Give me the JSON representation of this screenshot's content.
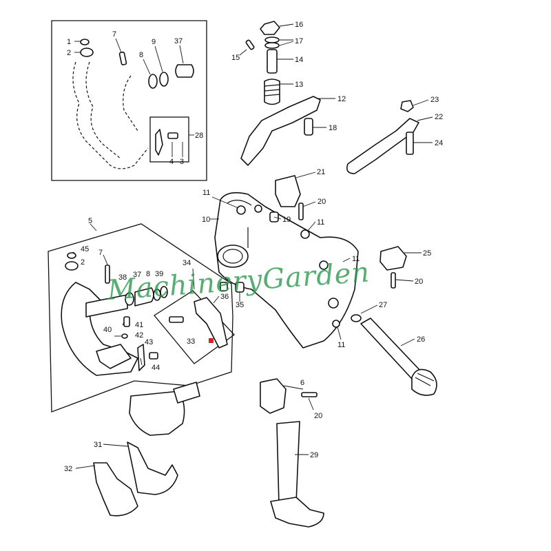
{
  "watermark": "MachineryGarden",
  "colors": {
    "line": "#111111",
    "watermark": "#2e9a4f",
    "marker": "#e02020"
  },
  "callouts": {
    "c1": "1",
    "c2": "2",
    "c3": "3",
    "c4": "4",
    "c5": "5",
    "c6": "6",
    "c7": "7",
    "c8": "8",
    "c9": "9",
    "c10": "10",
    "c11": "11",
    "c12": "12",
    "c13": "13",
    "c14": "14",
    "c15": "15",
    "c16": "16",
    "c17": "17",
    "c18": "18",
    "c19": "19",
    "c20": "20",
    "c21": "21",
    "c22": "22",
    "c23": "23",
    "c24": "24",
    "c25": "25",
    "c26": "26",
    "c27": "27",
    "c28": "28",
    "c29": "29",
    "c31": "31",
    "c32": "32",
    "c33": "33",
    "c34": "34",
    "c35": "35",
    "c36": "36",
    "c37": "37",
    "c38": "38",
    "c39": "39",
    "c40": "40",
    "c41": "41",
    "c42": "42",
    "c43": "43",
    "c44": "44",
    "c45": "45"
  }
}
